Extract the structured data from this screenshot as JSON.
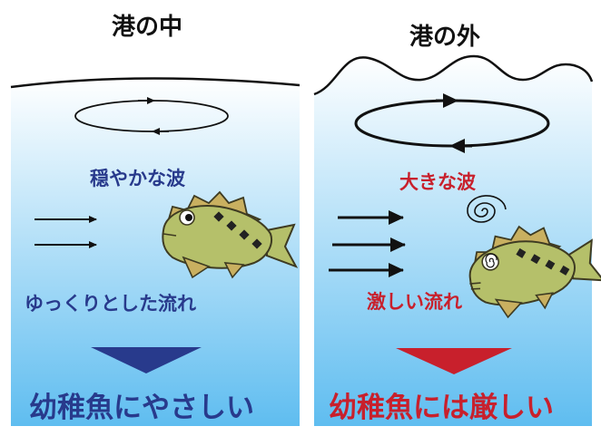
{
  "left": {
    "title": "港の中",
    "wave_label": "穏やかな波",
    "current_label": "ゆっくりとした流れ",
    "conclusion": "幼稚魚にやさしい"
  },
  "right": {
    "title": "港の外",
    "wave_label": "大きな波",
    "current_label": "激しい流れ",
    "conclusion": "幼稚魚には厳しい"
  },
  "colors": {
    "water_top": "#ffffff",
    "water_bottom": "#5fbdf0",
    "calm_label": "#283a8c",
    "rough_label": "#c8202c",
    "calm_triangle": "#283a8c",
    "rough_triangle": "#c8202c",
    "fish_body": "#b5c06a",
    "fish_outline": "#3e3b22"
  }
}
